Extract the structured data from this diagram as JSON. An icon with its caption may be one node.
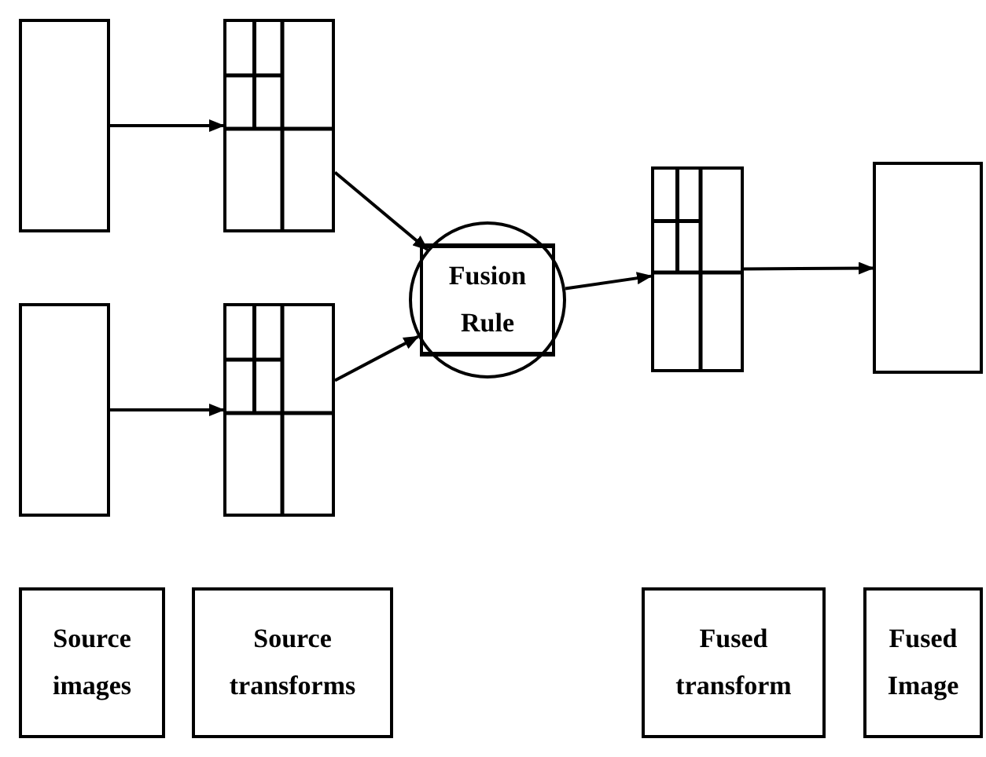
{
  "diagram": {
    "nodes": [
      {
        "text": [],
        "shape": "box"
      },
      {
        "text": [],
        "shape": "box"
      },
      {
        "text": [],
        "shape": "grid"
      },
      {
        "text": [],
        "shape": "grid"
      },
      {
        "text": [
          "Fusion Rule"
        ]
      },
      {
        "text": [],
        "shape": "grid"
      },
      {
        "text": [],
        "shape": "box"
      },
      {
        "text": [
          "Source images"
        ]
      },
      {
        "text": [
          "Source transforms"
        ]
      },
      {
        "text": [
          "Fused transform"
        ]
      },
      {
        "text": [
          "Fused Image"
        ]
      }
    ],
    "edges": [
      {
        "from": 0,
        "to": 2,
        "arrow": "to"
      },
      {
        "from": 1,
        "to": 3,
        "arrow": "to"
      },
      {
        "from": 2,
        "to": 4,
        "arrow": "to"
      },
      {
        "from": 3,
        "to": 4,
        "arrow": "to"
      },
      {
        "from": 4,
        "to": 5,
        "arrow": "to"
      },
      {
        "from": 5,
        "to": 6,
        "arrow": "to"
      }
    ]
  }
}
